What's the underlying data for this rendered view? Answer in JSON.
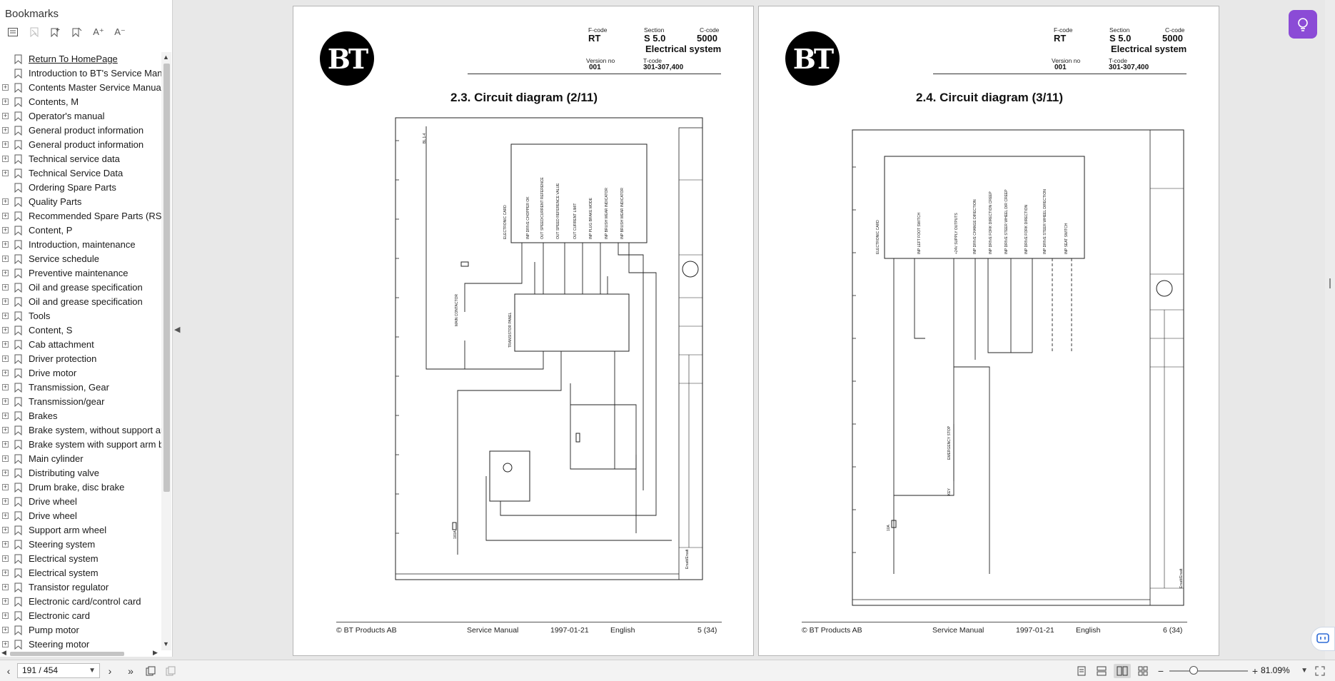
{
  "sidebar": {
    "title": "Bookmarks",
    "items": [
      {
        "label": "Return To HomePage",
        "link": true,
        "expandable": false
      },
      {
        "label": "Introduction to BT's Service Manual",
        "expandable": false
      },
      {
        "label": "Contents Master Service Manual (M",
        "expandable": true
      },
      {
        "label": "Contents, M",
        "expandable": true
      },
      {
        "label": "Operator's manual",
        "expandable": true
      },
      {
        "label": "General product information",
        "expandable": true
      },
      {
        "label": "General product information",
        "expandable": true
      },
      {
        "label": "Technical service data",
        "expandable": true
      },
      {
        "label": "Technical Service Data",
        "expandable": true
      },
      {
        "label": "Ordering Spare Parts",
        "expandable": false
      },
      {
        "label": "Quality Parts",
        "expandable": true
      },
      {
        "label": "Recommended Spare Parts (RSP)",
        "expandable": true
      },
      {
        "label": "Content, P",
        "expandable": true
      },
      {
        "label": "Introduction, maintenance",
        "expandable": true
      },
      {
        "label": "Service schedule",
        "expandable": true
      },
      {
        "label": "Preventive maintenance",
        "expandable": true
      },
      {
        "label": "Oil and grease specification",
        "expandable": true
      },
      {
        "label": "Oil and grease specification",
        "expandable": true
      },
      {
        "label": "Tools",
        "expandable": true
      },
      {
        "label": "Content, S",
        "expandable": true
      },
      {
        "label": "Cab attachment",
        "expandable": true
      },
      {
        "label": "Driver protection",
        "expandable": true
      },
      {
        "label": "Drive motor",
        "expandable": true
      },
      {
        "label": "Transmission, Gear",
        "expandable": true
      },
      {
        "label": "Transmission/gear",
        "expandable": true
      },
      {
        "label": "Brakes",
        "expandable": true
      },
      {
        "label": "Brake system, without support arm",
        "expandable": true
      },
      {
        "label": "Brake system with support arm bra",
        "expandable": true
      },
      {
        "label": "Main cylinder",
        "expandable": true
      },
      {
        "label": "Distributing valve",
        "expandable": true
      },
      {
        "label": "Drum brake, disc brake",
        "expandable": true
      },
      {
        "label": "Drive wheel",
        "expandable": true
      },
      {
        "label": "Drive wheel",
        "expandable": true
      },
      {
        "label": "Support arm wheel",
        "expandable": true
      },
      {
        "label": "Steering system",
        "expandable": true
      },
      {
        "label": "Electrical system",
        "expandable": true
      },
      {
        "label": "Electrical system",
        "expandable": true
      },
      {
        "label": "Transistor regulator",
        "expandable": true
      },
      {
        "label": "Electronic card/control card",
        "expandable": true
      },
      {
        "label": "Electronic card",
        "expandable": true
      },
      {
        "label": "Pump motor",
        "expandable": true
      },
      {
        "label": "Steering motor",
        "expandable": true
      }
    ]
  },
  "pages": [
    {
      "logo": "BT",
      "fcode_label": "F-code",
      "fcode": "RT",
      "section_label": "Section",
      "section": "S 5.0",
      "ccode_label": "C-code",
      "ccode": "5000",
      "system": "Electrical system",
      "version_label": "Version no",
      "version": "001",
      "tcode_label": "T-code",
      "tcode": "301-307,400",
      "title": "2.3. Circuit diagram (2/11)",
      "footer": {
        "company": "© BT Products AB",
        "manual": "Service Manual",
        "date": "1997-01-21",
        "language": "English",
        "page": "5 (34)"
      }
    },
    {
      "logo": "BT",
      "fcode_label": "F-code",
      "fcode": "RT",
      "section_label": "Section",
      "section": "S 5.0",
      "ccode_label": "C-code",
      "ccode": "5000",
      "system": "Electrical system",
      "version_label": "Version no",
      "version": "001",
      "tcode_label": "T-code",
      "tcode": "301-307,400",
      "title": "2.4. Circuit diagram (3/11)",
      "footer": {
        "company": "© BT Products AB",
        "manual": "Service Manual",
        "date": "1997-01-21",
        "language": "English",
        "page": "6 (34)"
      }
    }
  ],
  "statusbar": {
    "page_value": "191 / 454",
    "zoom_value": "81.09%"
  },
  "icons": {
    "accent": "#8b4bd6",
    "bookmark": "bookmark-icon",
    "idea": "lightbulb-icon",
    "chat": "chat-icon"
  }
}
